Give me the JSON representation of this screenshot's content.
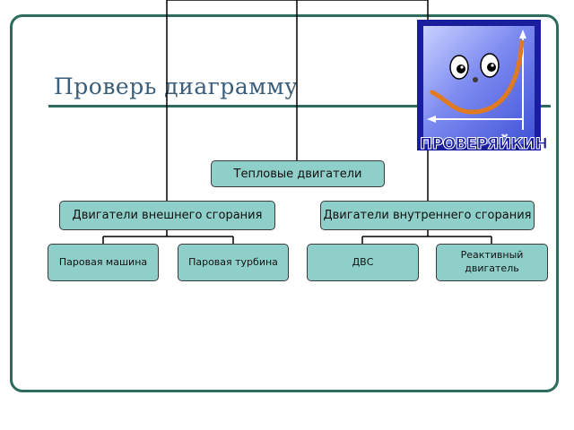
{
  "title": "Проверь диаграмму",
  "diagram": {
    "root": "Тепловые двигатели",
    "external": {
      "label": "Двигатели внешнего сгорания",
      "children": [
        "Паровая машина",
        "Паровая турбина"
      ]
    },
    "internal": {
      "label": "Двигатели внутреннего сгорания",
      "children": [
        "ДВС",
        "Реактивный двигатель"
      ]
    }
  },
  "logo": {
    "caption": "ПРОВЕРЯЙКИН",
    "icon": "smiley-graph-icon"
  },
  "colors": {
    "frame": "#2d6b5c",
    "node_fill": "#8fcfc9",
    "title": "#3b5e7a",
    "logo_border": "#1a1d9c",
    "curve": "#e07a20"
  }
}
